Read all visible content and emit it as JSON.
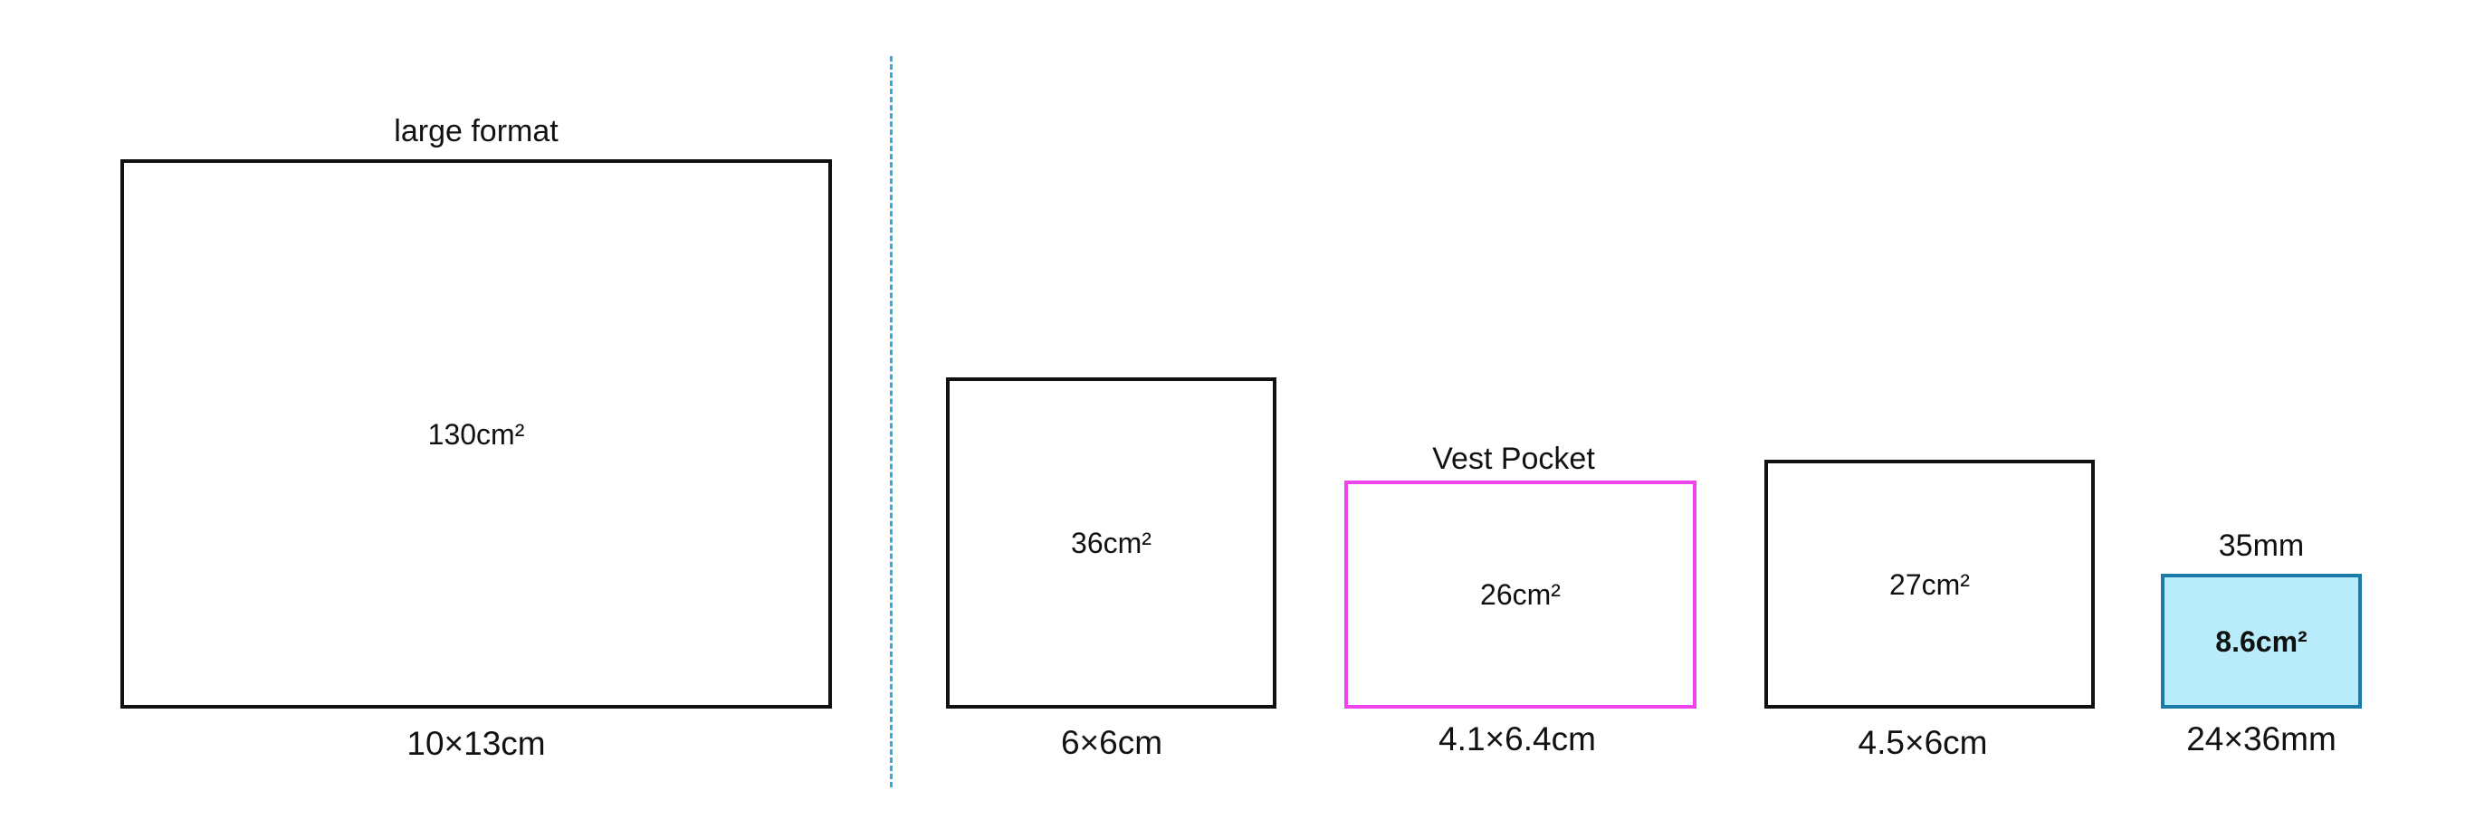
{
  "colors": {
    "default_border": "#111111",
    "divider": "#33aadd",
    "vest_pocket_border": "#ee44ee",
    "film35_border": "#1a7aaa",
    "film35_fill": "#b8ecfa"
  },
  "formats": {
    "large": {
      "title": "large format",
      "area": "130cm²",
      "size": "10×13cm"
    },
    "medium_6x6": {
      "area": "36cm²",
      "size": "6×6cm"
    },
    "vest_pocket": {
      "title": "Vest Pocket",
      "area": "26cm²",
      "size": "4.1×6.4cm"
    },
    "medium_645": {
      "area": "27cm²",
      "size": "4.5×6cm"
    },
    "film35": {
      "title": "35mm",
      "area": "8.6cm²",
      "size": "24×36mm"
    }
  }
}
